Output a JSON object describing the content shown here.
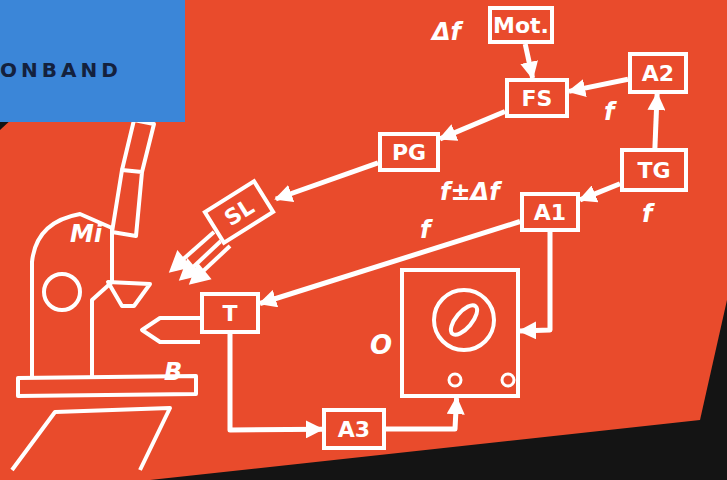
{
  "diagram": {
    "nodes": [
      {
        "text": [
          "ONBAND"
        ]
      },
      {
        "text": [
          "Mot."
        ]
      },
      {
        "text": [
          "A2"
        ]
      },
      {
        "text": [
          "FS"
        ]
      },
      {
        "text": [
          "PG"
        ]
      },
      {
        "text": [
          "TG"
        ]
      },
      {
        "text": [
          "SL"
        ]
      },
      {
        "text": [
          "A1"
        ]
      },
      {
        "text": [
          "T"
        ]
      },
      {
        "text": [
          "O"
        ]
      },
      {
        "text": [
          "A3"
        ]
      }
    ],
    "edges": [
      {
        "from": 1,
        "to": 3,
        "arrow": "to",
        "label": "Δf"
      },
      {
        "from": 2,
        "to": 3,
        "arrow": "to",
        "label": "f"
      },
      {
        "from": 5,
        "to": 2,
        "arrow": "to"
      },
      {
        "from": 3,
        "to": 4,
        "arrow": "to",
        "label": "f±Δf"
      },
      {
        "from": 4,
        "to": 6,
        "arrow": "to"
      },
      {
        "from": 5,
        "to": 7,
        "arrow": "to",
        "label": "f"
      },
      {
        "from": 7,
        "to": 8,
        "arrow": "to",
        "label": "f"
      },
      {
        "from": 7,
        "to": 9,
        "arrow": "to"
      },
      {
        "from": 8,
        "to": 10,
        "arrow": "to"
      },
      {
        "from": 10,
        "to": 9,
        "arrow": "to"
      }
    ],
    "labels": [
      "Mi",
      "B"
    ]
  }
}
